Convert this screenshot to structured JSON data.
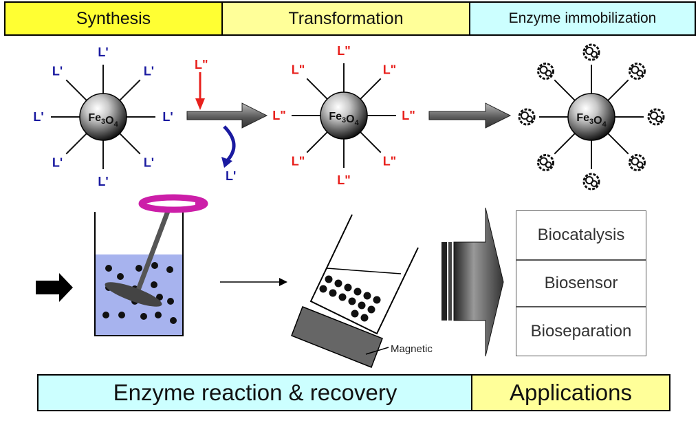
{
  "header": {
    "synthesis": "Synthesis",
    "transformation": "Transformation",
    "enzyme_immobilization": "Enzyme immobilization"
  },
  "particle": {
    "core_base": "Fe",
    "sub1": "3",
    "mid": "O",
    "sub2": "4"
  },
  "ligands": {
    "original": "L'",
    "new": "L\""
  },
  "labels": {
    "magnetic": "Magnetic"
  },
  "applications": [
    "Biocatalysis",
    "Biosensor",
    "Bioseparation"
  ],
  "footer": {
    "reaction_recovery": "Enzyme reaction & recovery",
    "applications": "Applications"
  },
  "colors": {
    "synthesis_band": "#ffff33",
    "transformation_band": "#ffff99",
    "immobilization_band": "#ccffff",
    "original_ligand": "#1a1aa0",
    "new_ligand": "#e8201c",
    "solution": "#a7b3ee",
    "stirrer_top": "#cc1ea8"
  }
}
